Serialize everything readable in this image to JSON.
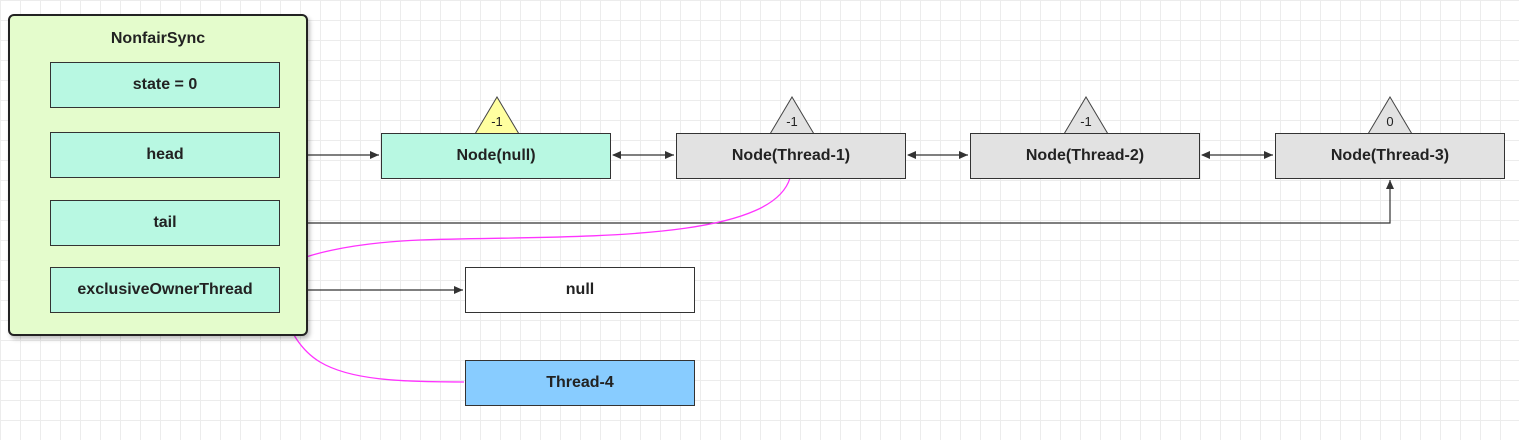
{
  "nonfair_sync": {
    "title": "NonfairSync",
    "fields": {
      "state": "state = 0",
      "head": "head",
      "tail": "tail",
      "exclusive_owner_thread": "exclusiveOwnerThread"
    }
  },
  "nodes": [
    {
      "label": "Node(null)",
      "wait_status": "-1"
    },
    {
      "label": "Node(Thread-1)",
      "wait_status": "-1"
    },
    {
      "label": "Node(Thread-2)",
      "wait_status": "-1"
    },
    {
      "label": "Node(Thread-3)",
      "wait_status": "0"
    }
  ],
  "owner_value": "null",
  "new_thread": "Thread-4",
  "colors": {
    "container_fill": "#e4fccc",
    "field_fill": "#b8f8e2",
    "waiting_node_fill": "#e2e2e2",
    "head_status_fill": "#ffffa0",
    "thread4_fill": "#88ccff",
    "magenta_arrow": "#ff33ff"
  }
}
